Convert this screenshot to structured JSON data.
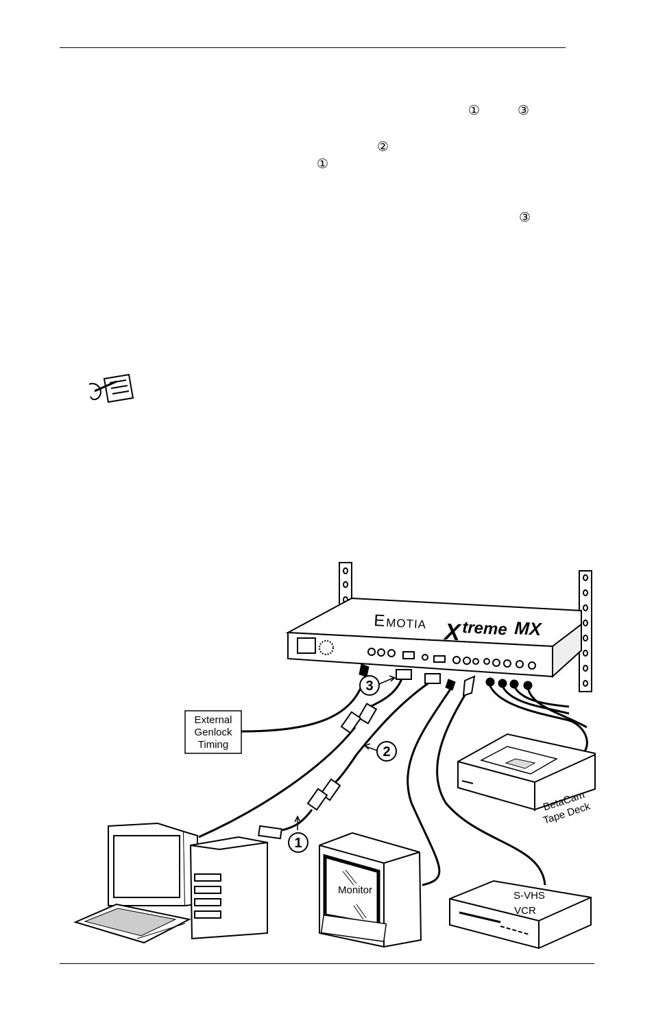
{
  "markers": {
    "m1": "①",
    "m3a": "③",
    "m2": "②",
    "m1b": "①",
    "m3b": "③"
  },
  "diagram": {
    "brand_first": "E",
    "brand_rest": "MOTIA",
    "brand_x": "X",
    "brand_treme": "treme",
    "brand_mx": "MX",
    "genlock_line1": "External",
    "genlock_line2": "Genlock",
    "genlock_line3": "Timing",
    "callout1": "1",
    "callout2": "2",
    "callout3": "3",
    "monitor_label": "Monitor",
    "betacam_line1": "BetaCam",
    "betacam_line2": "Tape Deck",
    "vcr_line1": "S-VHS",
    "vcr_line2": "VCR"
  }
}
